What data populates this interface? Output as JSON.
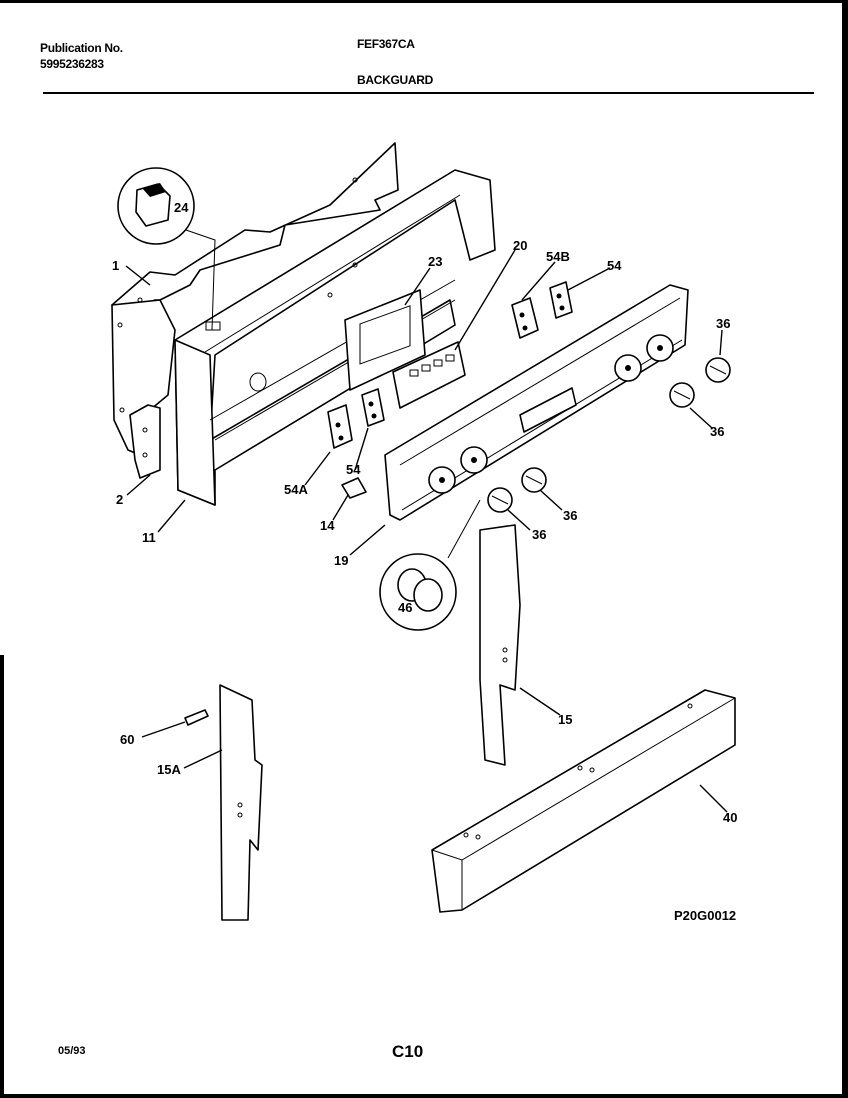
{
  "header": {
    "publication_label": "Publication No.",
    "publication_number": "5995236283",
    "model": "FEF367CA",
    "section_title": "BACKGUARD"
  },
  "footer": {
    "date": "05/93",
    "page": "C10"
  },
  "diagram": {
    "drawing_code": "P20G0012",
    "callouts": {
      "c1": "1",
      "c2": "2",
      "c11": "11",
      "c24": "24",
      "c23": "23",
      "c20": "20",
      "c54b": "54B",
      "c54_top": "54",
      "c36_a": "36",
      "c36_b": "36",
      "c36_c": "36",
      "c36_d": "36",
      "c54a": "54A",
      "c54_mid": "54",
      "c14": "14",
      "c19": "19",
      "c46": "46",
      "c15": "15",
      "c60": "60",
      "c15a": "15A",
      "c40": "40"
    }
  }
}
